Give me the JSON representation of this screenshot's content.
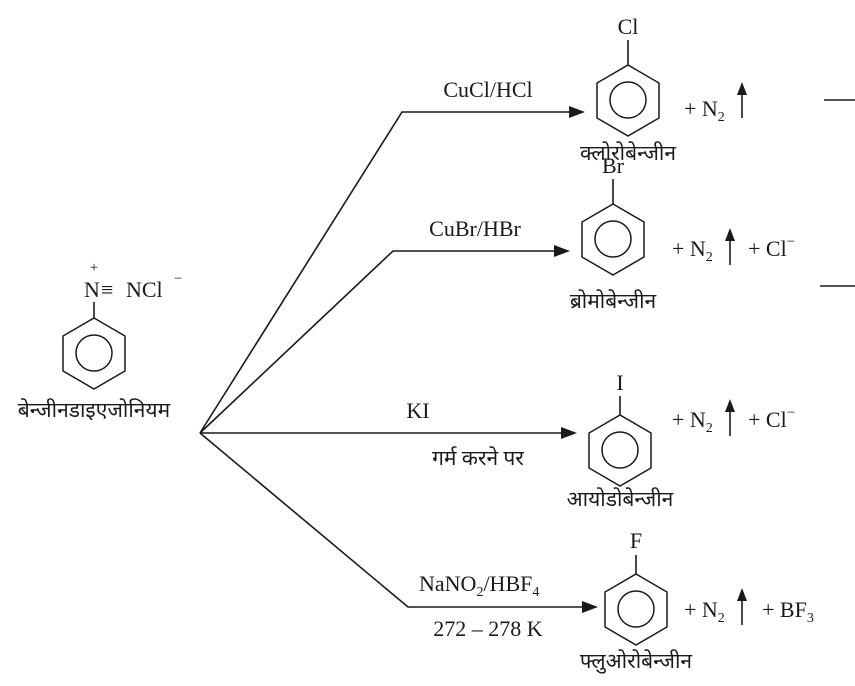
{
  "reactant": {
    "charge": "+",
    "atom_n": "N",
    "triple_bond": "≡",
    "counter": "NCl",
    "counter_charge": "−",
    "name": "बेन्जीनडाइएजोनियम"
  },
  "reactions": [
    {
      "reagent": "CuCl/HCl",
      "condition": "",
      "substituent": "Cl",
      "product_name": "क्लोरोबेन्जीन",
      "byproducts": [
        {
          "text": "+ N",
          "sub": "2",
          "gas": true
        }
      ]
    },
    {
      "reagent": "CuBr/HBr",
      "condition": "",
      "substituent": "Br",
      "product_name": "ब्रोमोबेन्जीन",
      "byproducts": [
        {
          "text": "+ N",
          "sub": "2",
          "gas": true
        },
        {
          "text": "+ Cl",
          "sup": "−"
        }
      ]
    },
    {
      "reagent": "KI",
      "condition": "गर्म करने पर",
      "substituent": "I",
      "product_name": "आयोडोबेन्जीन",
      "byproducts": [
        {
          "text": "+ N",
          "sub": "2",
          "gas": true
        },
        {
          "text": "+ Cl",
          "sup": "−"
        }
      ]
    },
    {
      "reagent_parts": [
        "NaNO",
        "2",
        "/HBF",
        "4"
      ],
      "condition": "272 – 278 K",
      "substituent": "F",
      "product_name": "फ्लुओरोबेन्जीन",
      "byproducts": [
        {
          "text": "+ N",
          "sub": "2",
          "gas": true
        },
        {
          "text": "+ BF",
          "sub": "3"
        }
      ]
    }
  ]
}
